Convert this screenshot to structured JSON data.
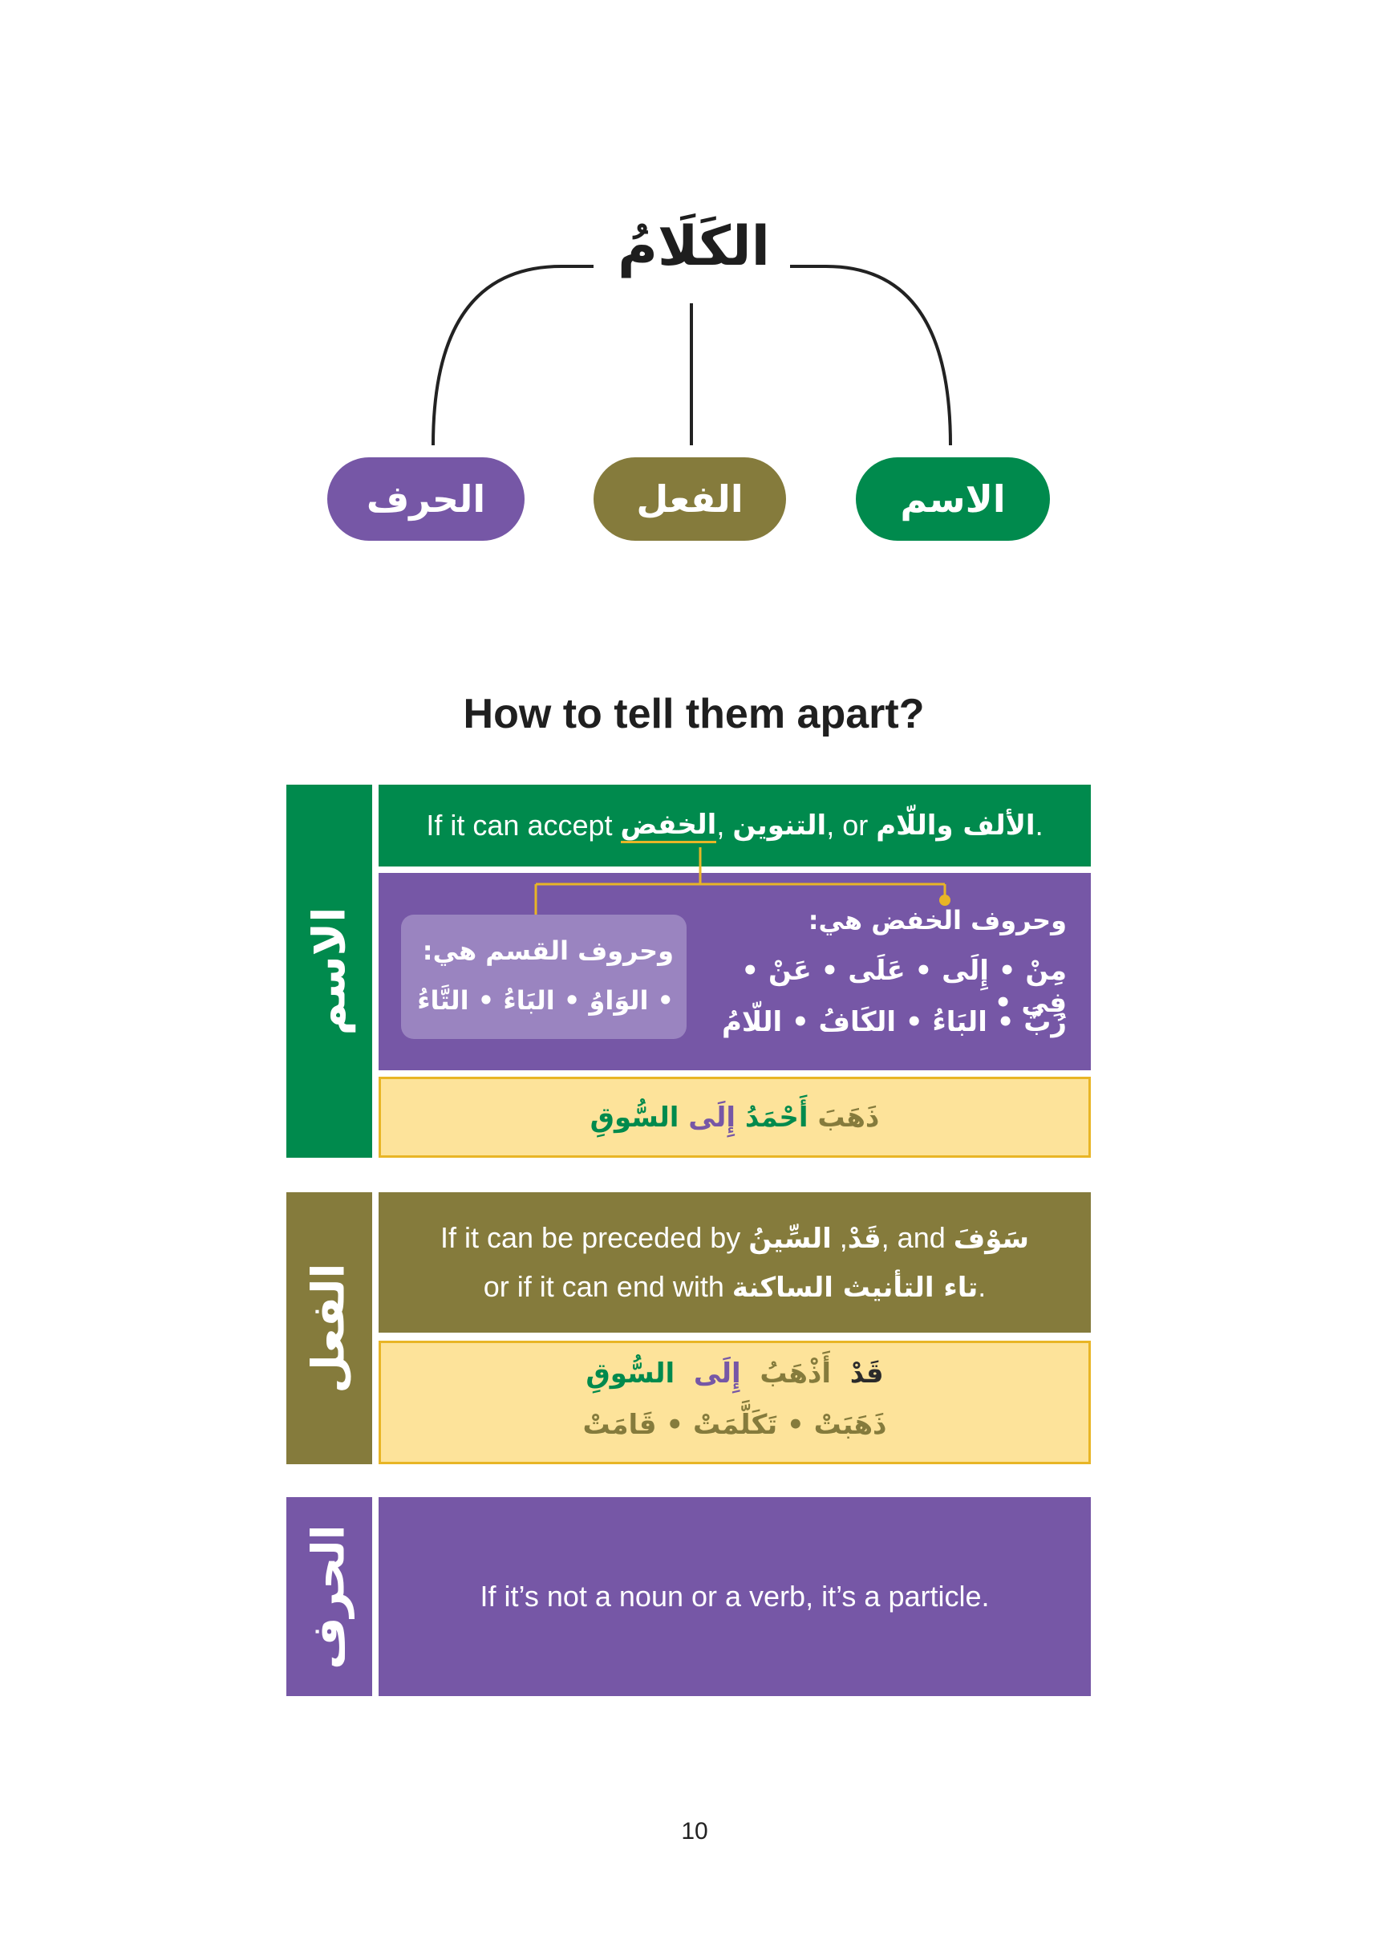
{
  "tree": {
    "root": "الكَلَامُ",
    "children": [
      "الاسم",
      "الفعل",
      "الحرف"
    ]
  },
  "section_title": "How to tell them apart?",
  "ism": {
    "side_label": "الاسم",
    "def_prefix": "If it can accept ",
    "def_khafd": "الخفض",
    "def_sep": ", ",
    "def_tanween": "التنوين",
    "def_or": ", or ",
    "def_alif_lam": "الألف واللّام",
    "def_end": ".",
    "khafd_heading": "وحروف الخفض هي:",
    "khafd_line1": "مِنْ • إِلَى • عَلَى • عَنْ • فِي •",
    "khafd_line2": "رُبَّ • البَاءُ • الكَافُ • اللّامُ",
    "qasam_heading": "وحروف القسم هي:",
    "qasam_line": "• الوَاوُ • البَاءُ • التَّاءُ",
    "example": {
      "w1": "ذَهَبَ",
      "w2": "أَحْمَدُ",
      "w3": "إِلَى",
      "w4": "السُّوقِ"
    }
  },
  "fiel": {
    "side_label": "الفعل",
    "def1_prefix": "If it can be preceded by ",
    "def1_qad": "قَدْ",
    "def1_sep": ", ",
    "def1_seen": "السِّينُ",
    "def1_and": ", and ",
    "def1_sawfa": "سَوْفَ",
    "def2_prefix": "or if it can end with ",
    "def2_ta": "تاء التأنيث الساكنة",
    "def2_end": ".",
    "example1": {
      "w1": "قَدْ",
      "w2": "أَذْهَبُ",
      "w3": "إِلَى",
      "w4": "السُّوقِ"
    },
    "example2": "ذَهَبَتْ • تَكَلَّمَتْ • قَامَتْ"
  },
  "harf": {
    "side_label": "الحرف",
    "text": "If it’s not a noun or a verb, it’s a particle."
  },
  "page_number": "10",
  "colors": {
    "ism": "#008a4d",
    "fiel": "#857b3c",
    "harf": "#7657a6",
    "example_bg": "#fde39a",
    "accent": "#e8b526"
  }
}
